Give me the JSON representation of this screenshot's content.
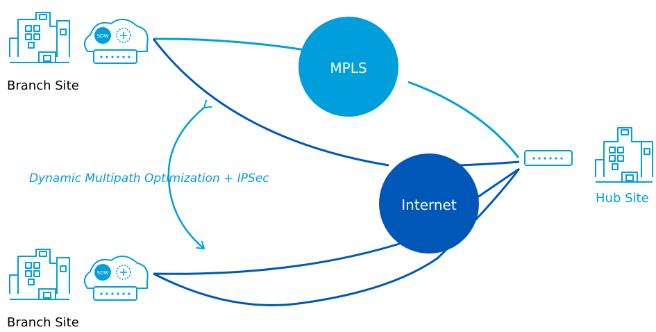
{
  "branch_top": {
    "label": "Branch Site",
    "device_badge": "SDW"
  },
  "branch_bottom": {
    "label": "Branch Site",
    "device_badge": "SDW"
  },
  "hub": {
    "label": "Hub Site"
  },
  "mpls": {
    "label": "MPLS"
  },
  "internet": {
    "label": "Internet"
  },
  "annotation": {
    "text": "Dynamic Multipath Optimization + IPSec"
  },
  "colors": {
    "light_blue": "#009FDB",
    "dark_blue": "#0057B8",
    "text": "#000000"
  }
}
